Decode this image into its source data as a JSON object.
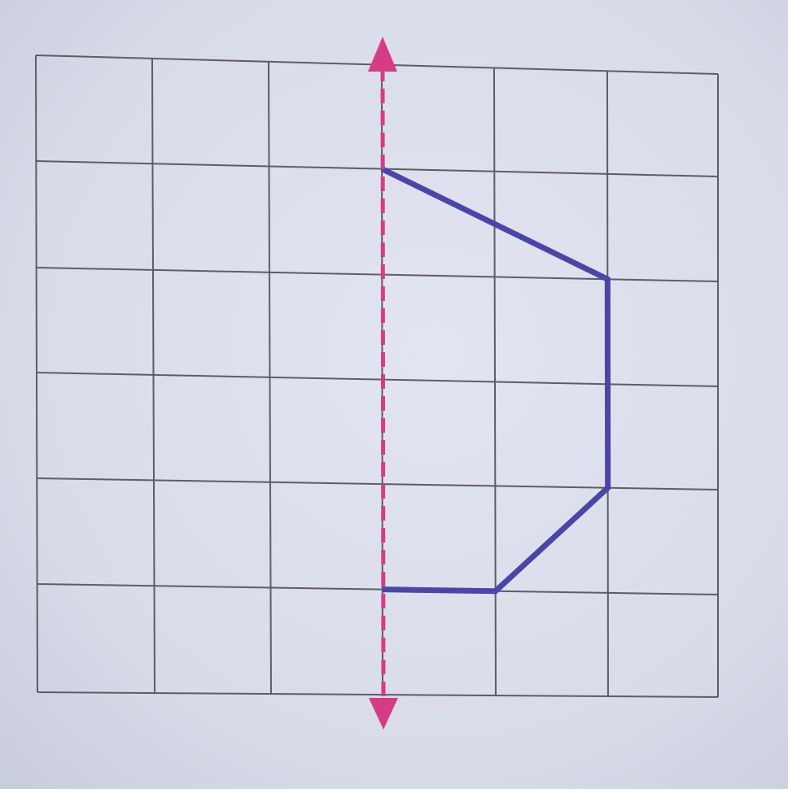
{
  "colors": {
    "paper": "#dcdfec",
    "paper_shadow": "#c9cedd",
    "grid_line": "#5c5d66",
    "figure_outline": "#4b46a6",
    "symmetry_axis": "#d63c85"
  },
  "grid": {
    "columns": 6,
    "rows": 6
  },
  "figure": {
    "kind": "half of a polygon drawn on grid paper",
    "vertices": [
      [
        3,
        1
      ],
      [
        5,
        2
      ],
      [
        5,
        4
      ],
      [
        4,
        5
      ],
      [
        3,
        5
      ]
    ]
  },
  "symmetry_axis": {
    "column_line": 3,
    "style": "dashed",
    "arrowheads": "both ends"
  }
}
